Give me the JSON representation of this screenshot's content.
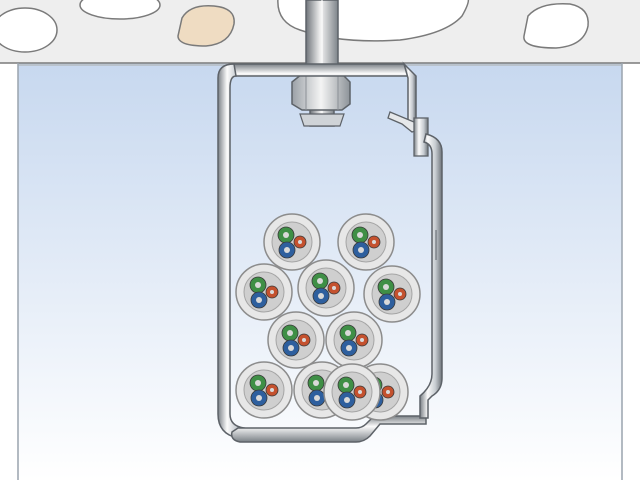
{
  "illustration": {
    "subject": "cable-clamp-bundle",
    "cable_count": 11,
    "conductors_per_cable": 3,
    "colors": {
      "ceiling_fill": "#eeeeee",
      "ceiling_stone": "#ffffff",
      "ceiling_stone_beige": "#efdcc2",
      "ceiling_shadow": "#d7d7d7",
      "wall_line": "#7a7a7a",
      "sky_top": "#c7d8ef",
      "sky_bottom": "#ffffff",
      "metal_light": "#f7f7f7",
      "metal_mid": "#c9cdd2",
      "metal_dark": "#6f747a",
      "cable_sheath": "#e7e7e7",
      "cable_outline": "#8c8c8c",
      "conductor_green": "#3f8f46",
      "conductor_blue": "#2e5f9e",
      "conductor_brown": "#c4512e",
      "conductor_core": "#d9d9d9"
    }
  }
}
